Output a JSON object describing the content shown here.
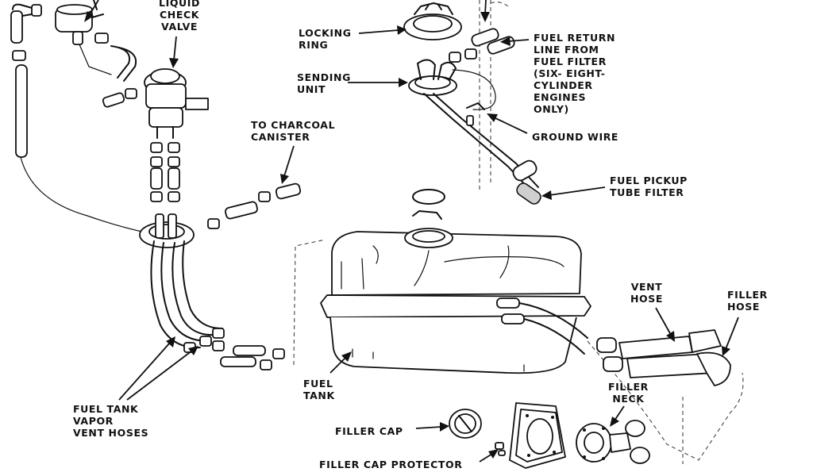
{
  "labels": {
    "liquid_check_valve": [
      "LIQUID",
      "CHECK",
      "VALVE"
    ],
    "locking_ring": [
      "LOCKING",
      "RING"
    ],
    "sending_unit": [
      "SENDING",
      "UNIT"
    ],
    "fuel_return_line": [
      "FUEL RETURN",
      "LINE FROM",
      "FUEL FILTER",
      "(SIX- EIGHT-",
      "CYLINDER",
      "ENGINES",
      "ONLY)"
    ],
    "ground_wire": "GROUND WIRE",
    "to_charcoal_canister": [
      "TO CHARCOAL",
      "CANISTER"
    ],
    "fuel_pickup_tube_filter": [
      "FUEL PICKUP",
      "TUBE FILTER"
    ],
    "vent_hose": [
      "VENT",
      "HOSE"
    ],
    "filler_hose": [
      "FILLER",
      "HOSE"
    ],
    "fuel_tank": [
      "FUEL",
      "TANK"
    ],
    "fuel_tank_vapor_vent_hoses": [
      "FUEL TANK",
      "VAPOR",
      "VENT HOSES"
    ],
    "filler_neck": [
      "FILLER",
      "NECK"
    ],
    "filler_cap": "FILLER CAP",
    "filler_cap_protector": "FILLER CAP PROTECTOR"
  }
}
